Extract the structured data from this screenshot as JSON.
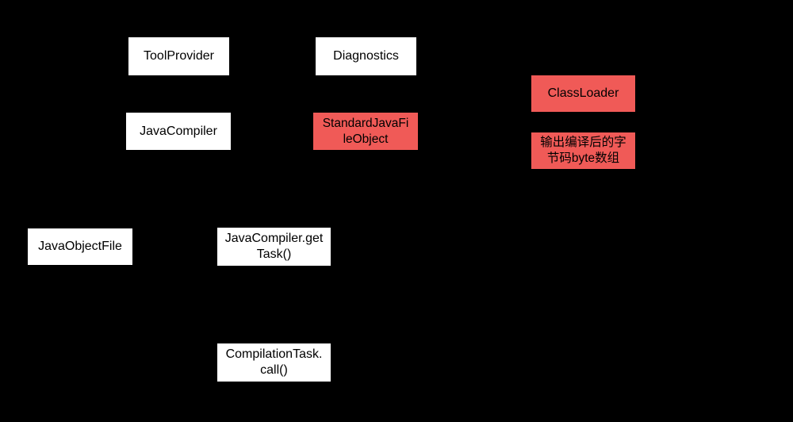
{
  "colors": {
    "background": "#000000",
    "node_default": "#ffffff",
    "node_highlight": "#f05a57",
    "text": "#000000"
  },
  "nodes": {
    "tool_provider": "ToolProvider",
    "diagnostics": "Diagnostics",
    "java_compiler": "JavaCompiler",
    "standard_java_file_object": "StandardJavaFi\nleObject",
    "class_loader": "ClassLoader",
    "bytecode_output": "输出编译后的字\n节码byte数组",
    "java_object_file": "JavaObjectFile",
    "java_compiler_get_task": "JavaCompiler.get\nTask()",
    "compilation_task_call": "CompilationTask.\ncall()"
  }
}
